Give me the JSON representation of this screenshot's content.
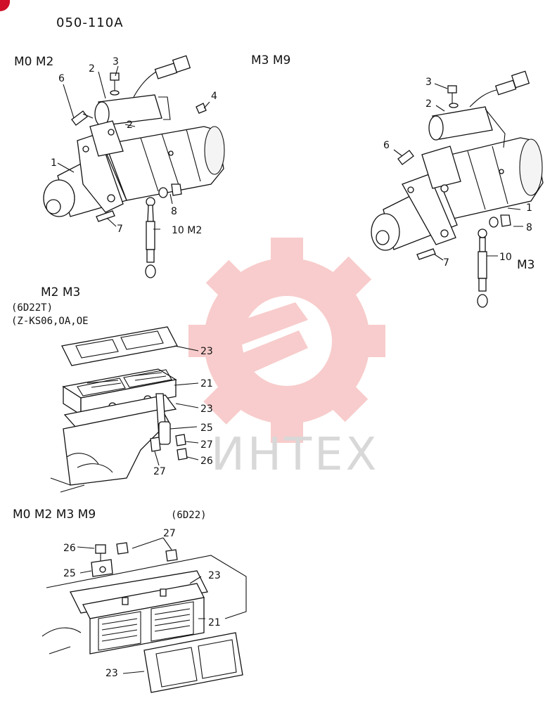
{
  "sheet": {
    "code": "050-110A",
    "watermark_text": "ИНТЕХ",
    "colors": {
      "ink": "#111111",
      "watermark_gear": "#f4a3a3",
      "watermark_text": "#d8d8d8",
      "corner_badge": "#d0102a"
    }
  },
  "groups": {
    "starter_a": "M0 M2",
    "starter_b": "M3 M9",
    "heater_a_title": "M2 M3",
    "heater_a_sub1": "(6D22T)",
    "heater_a_sub2": "(Z-KS06,OA,OE",
    "heater_b_title": "M0 M2 M3  M9",
    "heater_b_sub": "(6D22)"
  },
  "callouts": {
    "a1": "1",
    "a2": "2",
    "a2a": "2",
    "a3": "3",
    "a4": "4",
    "a6": "6",
    "a7": "7",
    "a8": "8",
    "a10": "10 M2",
    "b1": "1",
    "b2": "2",
    "b3": "3",
    "b6": "6",
    "b7": "7",
    "b8": "8",
    "b10": "10",
    "b10m": "M3",
    "c23a": "23",
    "c21": "21",
    "c23b": "23",
    "c25": "25",
    "c27a": "27",
    "c26": "26",
    "c27b": "27",
    "d27": "27",
    "d26": "26",
    "d25": "25",
    "d23a": "23",
    "d21": "21",
    "d23b": "23"
  }
}
